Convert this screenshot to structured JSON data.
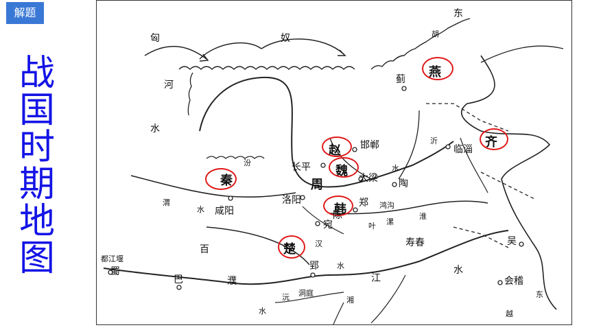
{
  "tag": "解题",
  "title_chars": [
    "战",
    "国",
    "时",
    "期",
    "地",
    "图"
  ],
  "map": {
    "regions": [
      "匈",
      "奴",
      "东",
      "胡",
      "河",
      "水",
      "百",
      "濮",
      "越",
      "东"
    ],
    "states": [
      "燕",
      "赵",
      "魏",
      "齐",
      "秦",
      "周",
      "韩",
      "楚"
    ],
    "cities": [
      "蓟",
      "邯郸",
      "长平",
      "大梁",
      "临淄",
      "洛阳",
      "郑",
      "陶",
      "咸阳",
      "宛",
      "陈",
      "寿春",
      "郢",
      "吴",
      "会稽",
      "巴",
      "蜀"
    ],
    "rivers": [
      "渭",
      "淮",
      "汉",
      "江",
      "水",
      "沅",
      "湘",
      "都江堰",
      "洞庭",
      "鸿沟",
      "叶",
      "沂",
      "水",
      "漯",
      "汾",
      "水",
      "水",
      "水"
    ]
  },
  "colors": {
    "accent": "#e01818",
    "title": "#1414e6",
    "tag_bg": "#3a78d6"
  }
}
